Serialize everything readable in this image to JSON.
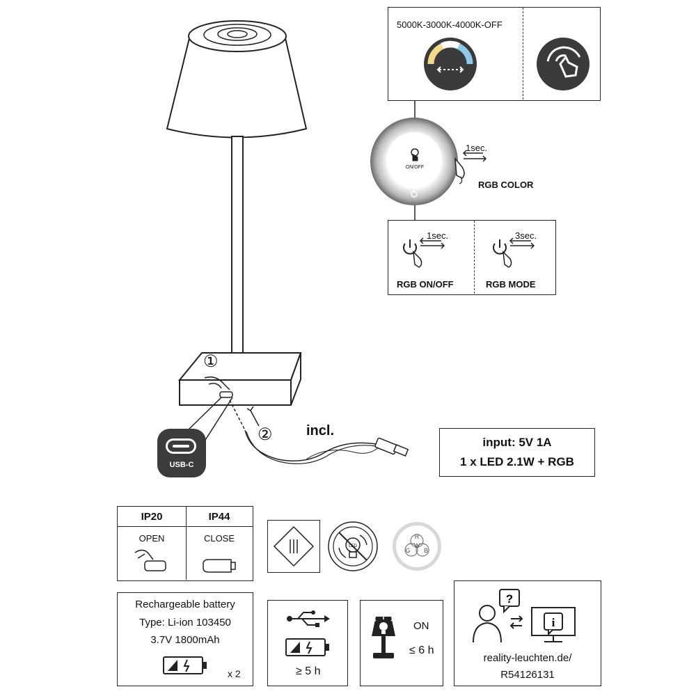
{
  "touch_panel": {
    "color_temp_sequence": "5000K-3000K-4000K-OFF",
    "ring_on_off_label": "ON/OFF",
    "hold_time": "1sec.",
    "rgb_color_label": "RGB COLOR"
  },
  "rgb_panel": {
    "on_off_time": "1sec.",
    "on_off_label": "RGB ON/OFF",
    "mode_time": "3sec.",
    "mode_label": "RGB MODE"
  },
  "lamp": {
    "step1": "①",
    "step2": "②",
    "usb_label": "USB-C",
    "cable_label": "incl."
  },
  "specs": {
    "input": "input: 5V 1A",
    "led": "1 x LED 2.1W + RGB"
  },
  "ip_table": {
    "left_header": "IP20",
    "right_header": "IP44",
    "left_state": "OPEN",
    "right_state": "CLOSE"
  },
  "badges": {
    "rgbw_letters": [
      "R",
      "G",
      "W",
      "B"
    ],
    "led_badge_text": "LED"
  },
  "battery": {
    "title": "Rechargeable battery",
    "type": "Type: Li-ion 103450",
    "capacity": "3.7V 1800mAh",
    "quantity": "x 2"
  },
  "charging": {
    "time": "≥ 5 h"
  },
  "runtime": {
    "on_label": "ON",
    "time": "≤ 6 h"
  },
  "info": {
    "website": "reality-leuchten.de/",
    "article": "R54126131"
  }
}
